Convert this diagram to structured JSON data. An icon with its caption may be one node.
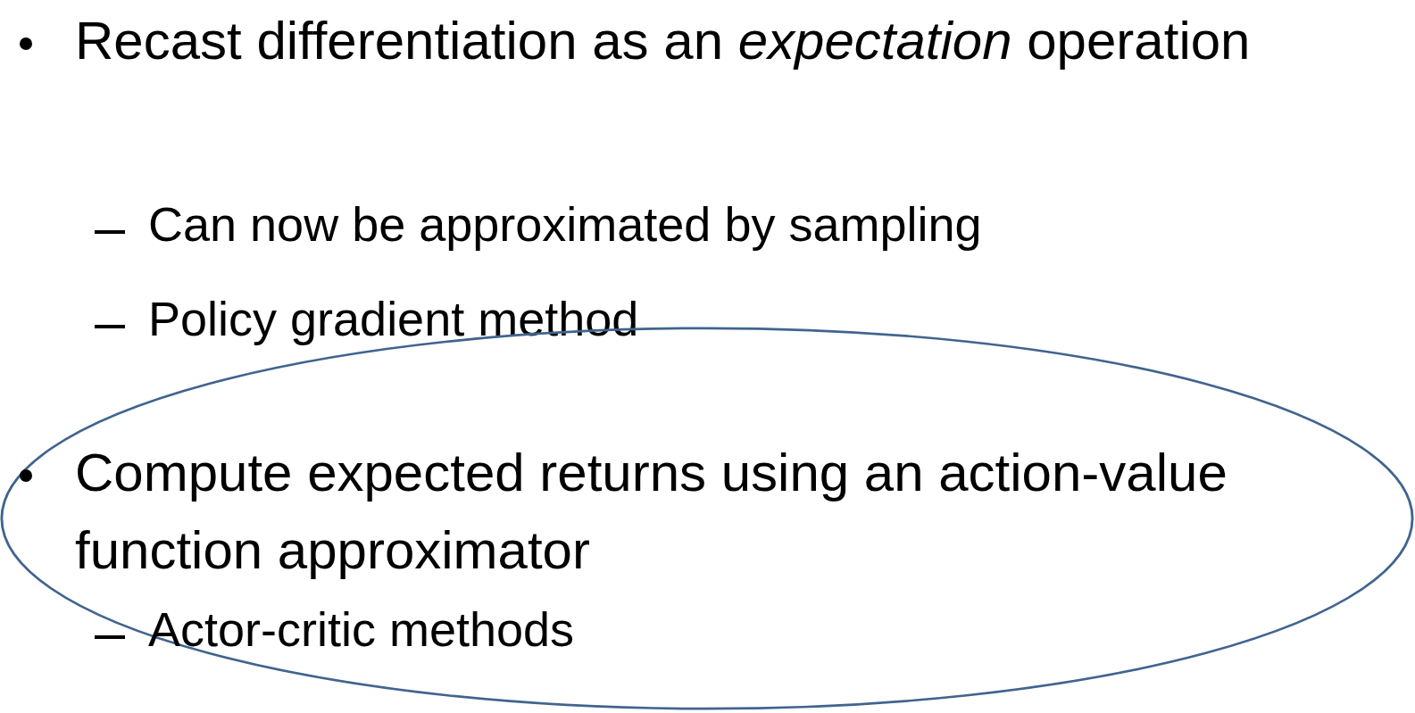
{
  "diagram": {
    "nodes": [
      {
        "text": [
          "Compute expected returns using an action-value function approximator",
          "Actor-critic methods"
        ]
      }
    ],
    "edges": [],
    "labels": [
      "Recast differentiation as an *expectation* operation",
      "Can now be approximated by sampling",
      "Policy gradient method"
    ]
  }
}
